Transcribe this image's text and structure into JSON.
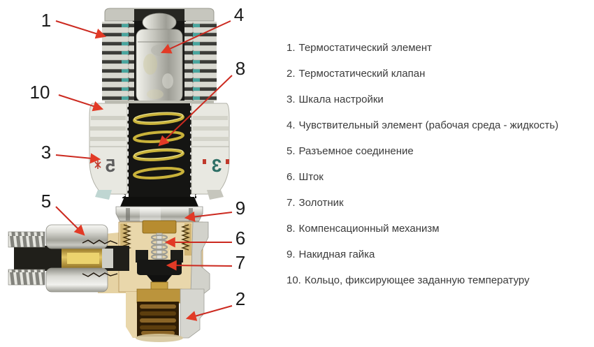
{
  "figure": {
    "arrow_color": "#cc2a20",
    "colors": {
      "accent_teal": "#49a59e",
      "brass": "#c09a48",
      "chrome": "#cfcfc9",
      "cut_face": "#e9d7ab",
      "spring_gold": "#c9b23a"
    },
    "callouts": {
      "n1": "1",
      "n2": "2",
      "n3": "3",
      "n4": "4",
      "n5": "5",
      "n6": "6",
      "n7": "7",
      "n8": "8",
      "n9": "9",
      "n10": "10"
    },
    "scale_marks": {
      "left_digit": "5",
      "right_digit": "3"
    }
  },
  "legend": {
    "items": [
      {
        "num": "1.",
        "text": "Термостатический элемент"
      },
      {
        "num": "2.",
        "text": "Термостатический клапан"
      },
      {
        "num": "3.",
        "text": "Шкала настройки"
      },
      {
        "num": "4.",
        "text": "Чувствительный элемент (рабочая среда - жидкость)"
      },
      {
        "num": "5.",
        "text": "Разъемное соединение"
      },
      {
        "num": "6.",
        "text": "Шток"
      },
      {
        "num": "7.",
        "text": "Золотник"
      },
      {
        "num": "8.",
        "text": "Компенсационный механизм"
      },
      {
        "num": "9.",
        "text": "Накидная гайка"
      },
      {
        "num": "10.",
        "text": "Кольцо, фиксирующее заданную температуру"
      }
    ]
  }
}
